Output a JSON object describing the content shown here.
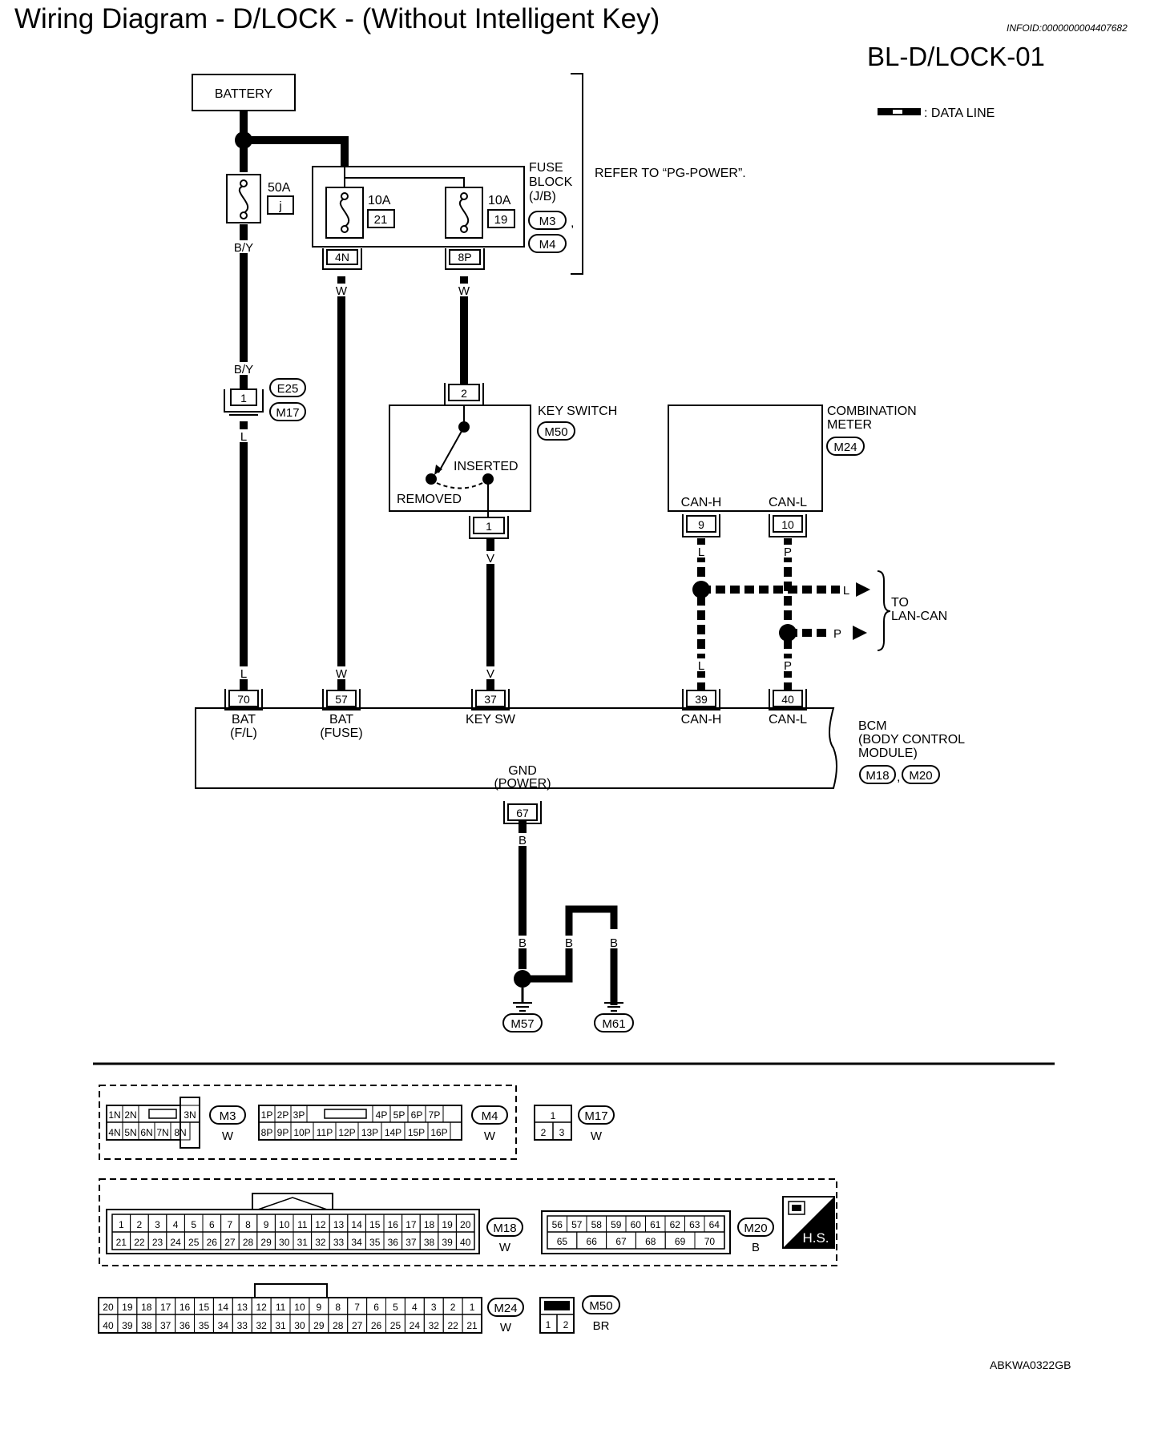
{
  "header": {
    "title": "Wiring Diagram - D/LOCK - (Without Intelligent Key)",
    "info_id": "INFOID:0000000004407682",
    "diagram_code": "BL-D/LOCK-01",
    "image_code": "ABKWA0322GB"
  },
  "legend": {
    "data_line": ": DATA LINE"
  },
  "battery": {
    "label": "BATTERY"
  },
  "fuses": {
    "main": {
      "rating": "50A",
      "id": "j"
    },
    "fuse21": {
      "rating": "10A",
      "id": "21"
    },
    "fuse19": {
      "rating": "10A",
      "id": "19"
    }
  },
  "fuse_block": {
    "label_line1": "FUSE",
    "label_line2": "BLOCK",
    "label_line3": "(J/B)",
    "conn_a": "M3",
    "comma": ",",
    "conn_b": "M4",
    "terminal_4n": "4N",
    "terminal_8p": "8P",
    "refer": "REFER TO “PG-POWER”."
  },
  "wires": {
    "by1": "B/Y",
    "by2": "B/Y",
    "l1": "L",
    "l2": "L",
    "w1": "W",
    "w2": "W",
    "w3": "W",
    "v1": "V",
    "v2": "V",
    "l_canh1": "L",
    "l_canh2": "L",
    "l_lan": "L",
    "p_canl1": "P",
    "p_canl2": "P",
    "p_lan": "P",
    "b1": "B",
    "b2": "B",
    "b3": "B",
    "b4": "B"
  },
  "inline_connector": {
    "pin": "1",
    "conn_a": "E25",
    "conn_b": "M17"
  },
  "key_switch": {
    "label": "KEY SWITCH",
    "conn": "M50",
    "pin_top": "2",
    "pin_bottom": "1",
    "inserted": "INSERTED",
    "removed": "REMOVED"
  },
  "combination_meter": {
    "label_line1": "COMBINATION",
    "label_line2": "METER",
    "conn": "M24",
    "pin_canh": "9",
    "pin_canl": "10",
    "label_canh": "CAN-H",
    "label_canl": "CAN-L"
  },
  "lan_can": {
    "line1": "TO",
    "line2": "LAN-CAN"
  },
  "bcm": {
    "label_line1": "BCM",
    "label_line2": "(BODY CONTROL",
    "label_line3": "MODULE)",
    "conn_a": "M18",
    "conn_b": "M20",
    "comma": ",",
    "pins": [
      {
        "pin": "70",
        "l1": "BAT",
        "l2": "(F/L)"
      },
      {
        "pin": "57",
        "l1": "BAT",
        "l2": "(FUSE)"
      },
      {
        "pin": "37",
        "l1": "KEY SW",
        "l2": ""
      },
      {
        "pin": "39",
        "l1": "CAN-H",
        "l2": ""
      },
      {
        "pin": "40",
        "l1": "CAN-L",
        "l2": ""
      }
    ],
    "gnd_line1": "GND",
    "gnd_line2": "(POWER)",
    "gnd_pin": "67"
  },
  "grounds": {
    "a": "M57",
    "b": "M61"
  },
  "connector_views": {
    "m3": {
      "id": "M3",
      "color": "W",
      "row1": [
        "1N",
        "2N",
        "",
        "3N"
      ],
      "row2": [
        "4N",
        "5N",
        "6N",
        "7N",
        "8N"
      ]
    },
    "m4": {
      "id": "M4",
      "color": "W",
      "row1": [
        "1P",
        "2P",
        "3P",
        "",
        "4P",
        "5P",
        "6P",
        "7P"
      ],
      "row2": [
        "8P",
        "9P",
        "10P",
        "11P",
        "12P",
        "13P",
        "14P",
        "15P",
        "16P"
      ]
    },
    "m17": {
      "id": "M17",
      "color": "W",
      "row1": [
        "1"
      ],
      "row2": [
        "2",
        "3"
      ]
    },
    "m18": {
      "id": "M18",
      "color": "W",
      "row1": [
        "1",
        "2",
        "3",
        "4",
        "5",
        "6",
        "7",
        "8",
        "9",
        "10",
        "11",
        "12",
        "13",
        "14",
        "15",
        "16",
        "17",
        "18",
        "19",
        "20"
      ],
      "row2": [
        "21",
        "22",
        "23",
        "24",
        "25",
        "26",
        "27",
        "28",
        "29",
        "30",
        "31",
        "32",
        "33",
        "34",
        "35",
        "36",
        "37",
        "38",
        "39",
        "40"
      ]
    },
    "m20": {
      "id": "M20",
      "color": "B",
      "row1": [
        "56",
        "57",
        "58",
        "59",
        "60",
        "61",
        "62",
        "63",
        "64"
      ],
      "row2": [
        "65",
        "66",
        "67",
        "68",
        "69",
        "70"
      ]
    },
    "hs": {
      "label": "H.S."
    },
    "m24": {
      "id": "M24",
      "color": "W",
      "row1": [
        "20",
        "19",
        "18",
        "17",
        "16",
        "15",
        "14",
        "13",
        "12",
        "11",
        "10",
        "9",
        "8",
        "7",
        "6",
        "5",
        "4",
        "3",
        "2",
        "1"
      ],
      "row2": [
        "40",
        "39",
        "38",
        "37",
        "36",
        "35",
        "34",
        "33",
        "32",
        "31",
        "30",
        "29",
        "28",
        "27",
        "26",
        "25",
        "24",
        "32",
        "22",
        "21"
      ]
    },
    "m50": {
      "id": "M50",
      "color": "BR",
      "row2": [
        "1",
        "2"
      ]
    }
  }
}
